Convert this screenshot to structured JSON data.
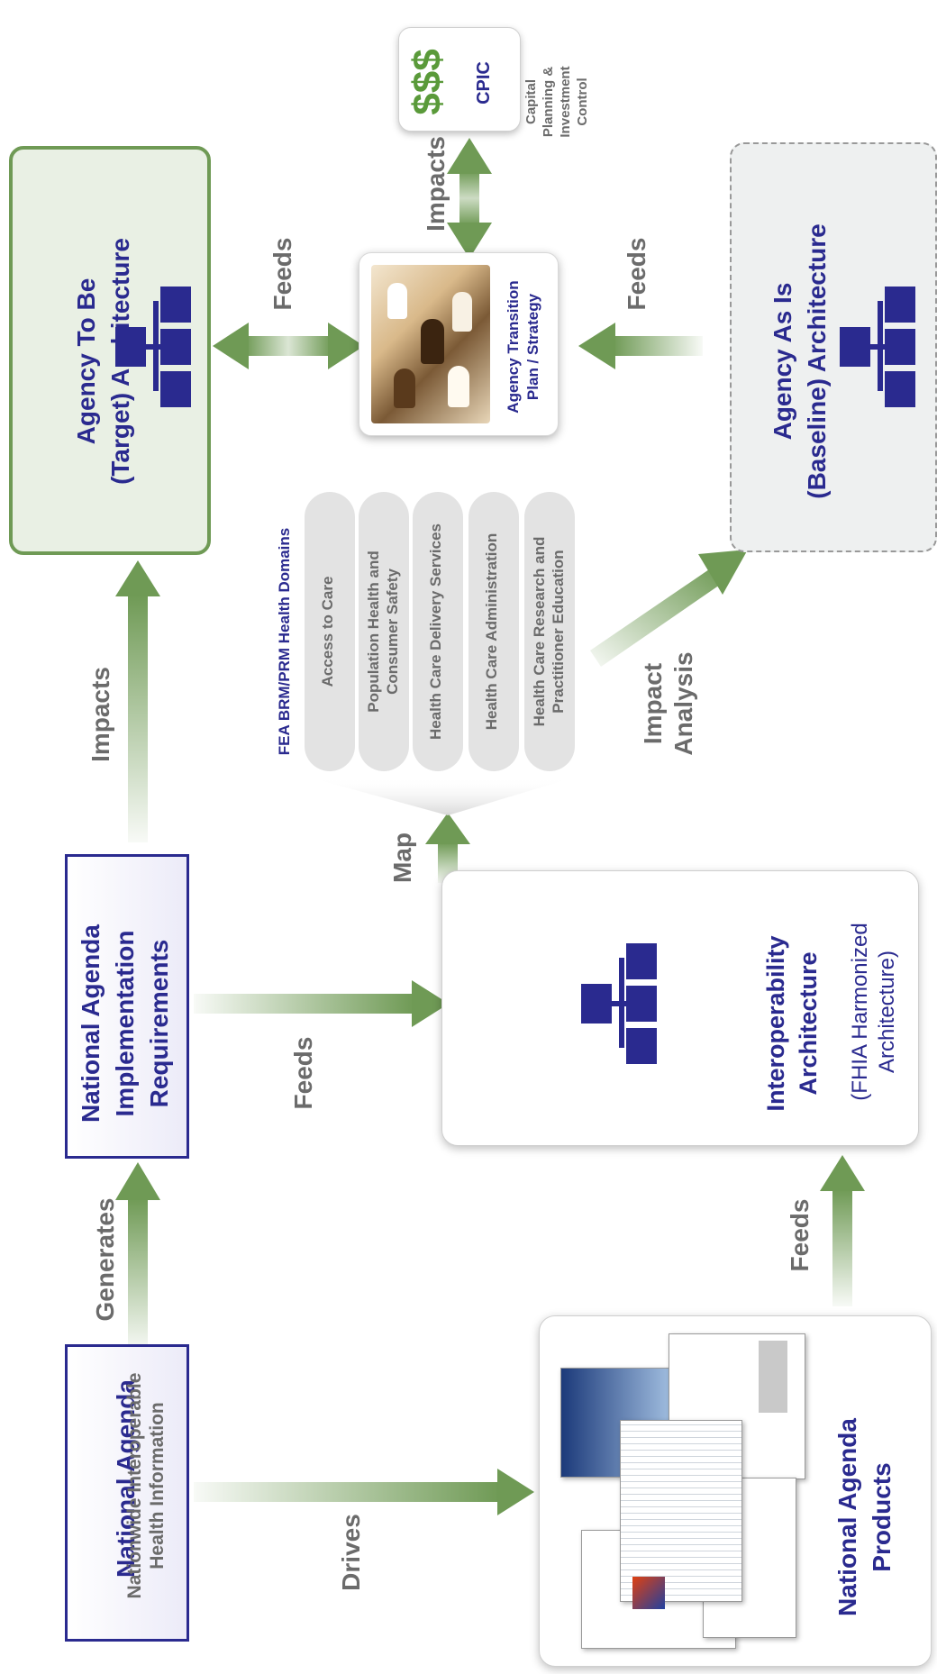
{
  "nodes": {
    "to_be": {
      "line1": "Agency To Be",
      "line2": "(Target) Architecture"
    },
    "transition": {
      "line1": "Agency Transition",
      "line2": "Plan / Strategy"
    },
    "cpic": {
      "symbol": "$$$",
      "label": "CPIC",
      "desc1": "Capital",
      "desc2": "Planning &",
      "desc3": "Investment",
      "desc4": "Control"
    },
    "as_is": {
      "line1": "Agency As Is",
      "line2": "(Baseline) Architecture"
    },
    "impl_req": {
      "line1": "National Agenda",
      "line2": "Implementation",
      "line3": "Requirements"
    },
    "national_agenda": {
      "line1": "National Agenda",
      "line2": "Nationwide Interoperable",
      "line3": "Health Information"
    },
    "interop": {
      "line1": "Interoperability",
      "line2": "Architecture",
      "line3": "(FHIA Harmonized",
      "line4": "Architecture)"
    },
    "products": {
      "line1": "National Agenda",
      "line2": "Products"
    }
  },
  "domains": {
    "title": "FEA BRM/PRM Health Domains",
    "items": [
      {
        "line1": "Access to Care",
        "line2": ""
      },
      {
        "line1": "Population Health and",
        "line2": "Consumer Safety"
      },
      {
        "line1": "Health Care Delivery Services",
        "line2": ""
      },
      {
        "line1": "Health Care Administration",
        "line2": ""
      },
      {
        "line1": "Health Care Research and",
        "line2": "Practitioner Education"
      }
    ]
  },
  "arrows": {
    "feeds_to_be": "Feeds",
    "impacts_cpic": "Impacts",
    "feeds_as_is": "Feeds",
    "impacts_to_be": "Impacts",
    "generates": "Generates",
    "feeds_interop": "Feeds",
    "map": "Map",
    "impact_analysis1": "Impact",
    "impact_analysis2": "Analysis",
    "drives": "Drives",
    "feeds_products": "Feeds"
  },
  "colors": {
    "navy": "#2a2a8f",
    "green": "#6f9a55",
    "label_grey": "#6b6b6b"
  }
}
